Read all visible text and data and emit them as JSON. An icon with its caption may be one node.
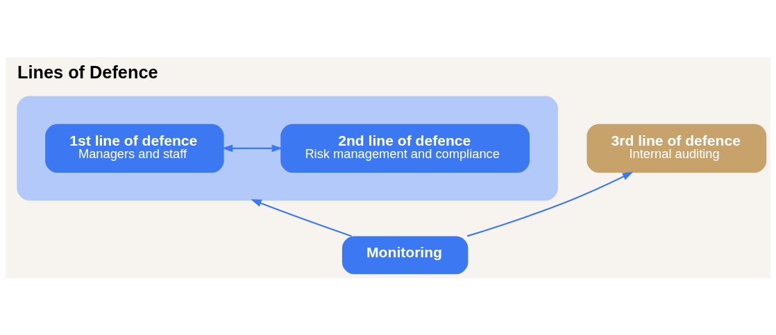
{
  "diagram": {
    "title": "Lines of Defence",
    "nodes": [
      {
        "text": [],
        "shape": "box"
      },
      {
        "text": [
          "1st line of defence",
          "Managers and staff"
        ],
        "in": 0
      },
      {
        "text": [
          "2nd line of defence",
          "Risk management and compliance"
        ],
        "in": 0
      },
      {
        "text": [
          "3rd line of defence",
          "Internal auditing"
        ]
      },
      {
        "text": [
          "Monitoring"
        ]
      }
    ],
    "edges": [
      {
        "from": 1,
        "to": 2,
        "arrow": "both"
      },
      {
        "from": 4,
        "to": 0,
        "arrow": "to"
      },
      {
        "from": 4,
        "to": 3,
        "arrow": "to"
      }
    ]
  }
}
